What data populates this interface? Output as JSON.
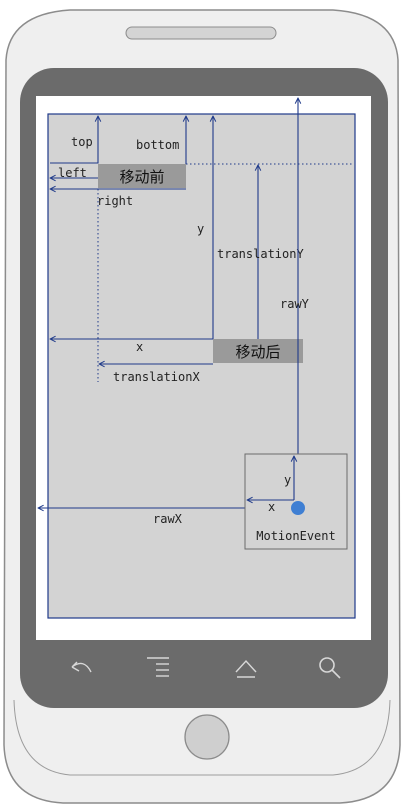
{
  "colors": {
    "phone_body": "#efefef",
    "phone_outline": "#8c8c8c",
    "screen_bezel": "#6b6b6b",
    "screen": "#ffffff",
    "parent_view_fill": "#d3d3d3",
    "parent_view_border": "#1f3a8a",
    "arrow": "#1f3a8a",
    "view_fill": "#9a9a9a",
    "touch_point": "#3f7fd3",
    "nav_icon": "#d8d8d8"
  },
  "views": {
    "before_label": "移动前",
    "after_label": "移动后"
  },
  "labels": {
    "top": "top",
    "bottom": "bottom",
    "left": "left",
    "right": "right",
    "y": "y",
    "x": "x",
    "translation_x": "translationX",
    "translation_y": "translationY",
    "raw_x": "rawX",
    "raw_y": "rawY",
    "event_x": "x",
    "event_y": "y",
    "motion_event": "MotionEvent"
  },
  "nav": {
    "icons": [
      "back-icon",
      "menu-icon",
      "home-icon",
      "search-icon"
    ]
  }
}
